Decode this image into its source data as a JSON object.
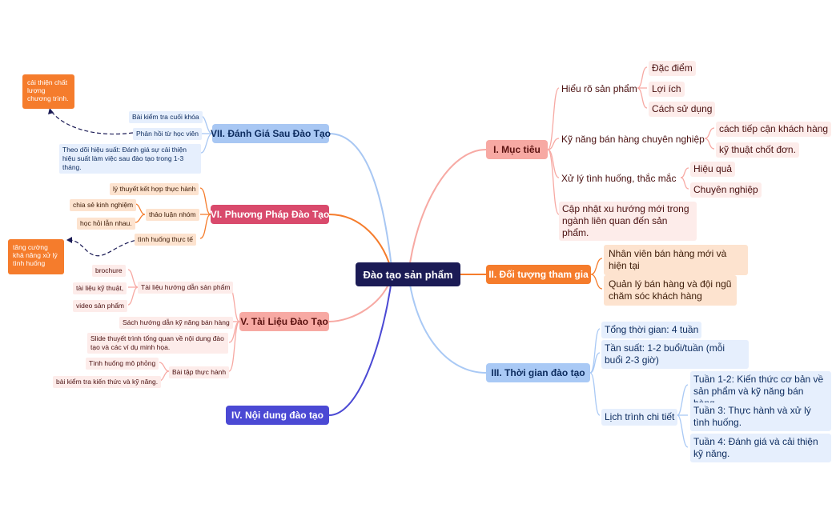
{
  "root": "Đào tạo sản phẩm",
  "muc_tieu": {
    "title": "I. Mục tiêu",
    "hieu_ro": "Hiểu rõ sản phẩm",
    "hieu_ro_items": [
      "Đặc điểm",
      "Lợi ích",
      "Cách sử dụng"
    ],
    "ky_nang": "Kỹ năng bán hàng chuyên nghiệp",
    "ky_nang_items": [
      "cách tiếp cận khách hàng",
      "kỹ thuật chốt đơn."
    ],
    "xu_ly": "Xử lý tình huống, thắc mắc",
    "xu_ly_items": [
      "Hiệu quả",
      "Chuyên nghiệp"
    ],
    "cap_nhat": "Cập nhật xu hướng mới trong ngành liên quan đến sản phẩm."
  },
  "doi_tuong": {
    "title": "II. Đối tượng tham gia",
    "items": [
      "Nhân viên bán hàng mới và hiện tại",
      "Quản lý bán hàng và đội ngũ chăm sóc khách hàng"
    ]
  },
  "thoi_gian": {
    "title": "III. Thời gian đào tạo",
    "tong": "Tổng thời gian: 4 tuần",
    "tan_suat": "Tần suất: 1-2 buổi/tuần (mỗi buổi 2-3 giờ)",
    "lich_trinh": "Lịch trình chi tiết",
    "lich_items": [
      "Tuần 1-2: Kiến thức cơ bản về sản phẩm và kỹ năng bán hàng.",
      "Tuần 3: Thực hành và xử lý tình huống.",
      "Tuần 4: Đánh giá và cải thiện kỹ năng."
    ]
  },
  "noi_dung": {
    "title": "IV. Nội dung đào tạo"
  },
  "tai_lieu": {
    "title": "V. Tài Liệu Đào Tạo",
    "huong_dan": "Tài liệu hướng dẫn sản phẩm",
    "huong_dan_items": [
      "brochure",
      "tài liệu kỹ thuật,",
      "video sản phẩm"
    ],
    "sach": "Sách hướng dẫn kỹ năng bán hàng",
    "slide": "Slide thuyết trình tổng quan về nội dung đào tạo và các ví dụ minh họa.",
    "bai_tap": "Bài tập thực hành",
    "bai_tap_items": [
      "Tình huống mô phỏng",
      "bài kiểm tra kiến thức và kỹ năng."
    ]
  },
  "phuong_phap": {
    "title": "VI. Phương Pháp Đào Tạo",
    "ly_thuyet": "lý thuyết kết hợp thực hành",
    "thao_luan": "thảo luận nhóm",
    "thao_luan_items": [
      "chia sẻ kinh nghiệm",
      "học hỏi lẫn nhau."
    ],
    "tinh_huong": "tình huống thực tế",
    "note": "tăng cường khả năng xử lý tình huống"
  },
  "danh_gia": {
    "title": "VII. Đánh Giá Sau Đào Tạo",
    "bai_kiem_tra": "Bài kiểm tra cuối khóa",
    "phan_hoi": "Phản hồi từ học viên",
    "theo_doi": "Theo dõi hiệu suất: Đánh giá sự cải thiện hiệu suất làm việc sau đào tạo trong 1-3 tháng.",
    "note": "cải thiện chất lượng chương trình."
  },
  "colors": {
    "root": "#1b1b55",
    "muc_tieu": "#f7a9a3",
    "doi_tuong": "#f57c2c",
    "thoi_gian": "#a9c9f5",
    "noi_dung": "#4b49d4",
    "tai_lieu": "#f7a9a3",
    "phuong_phap": "#d94a6c",
    "danh_gia": "#a8c7f3"
  }
}
